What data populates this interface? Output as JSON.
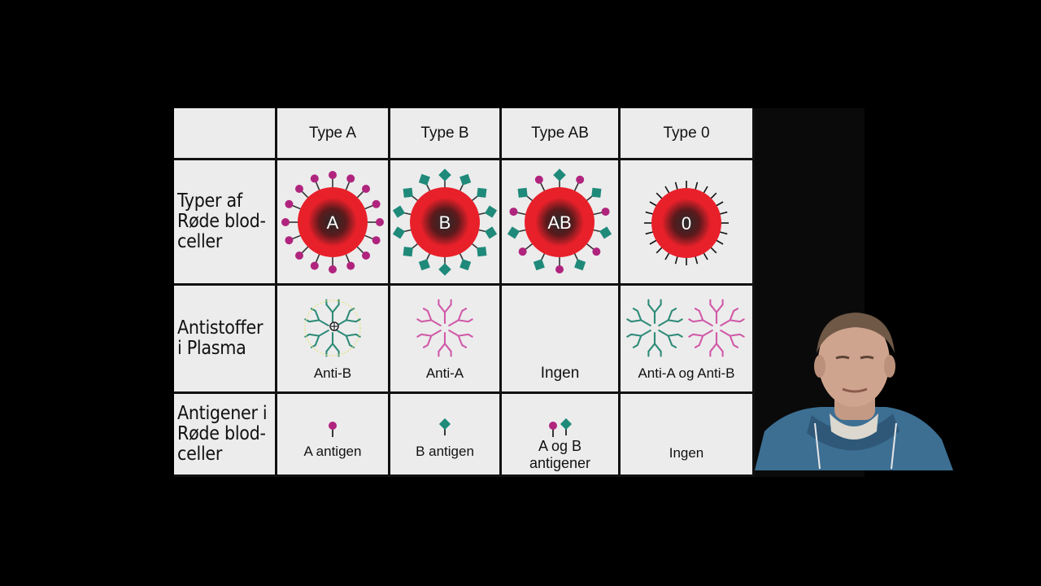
{
  "table": {
    "headers": [
      "",
      "Type A",
      "Type B",
      "Type AB",
      "Type 0"
    ],
    "row_labels": [
      [
        "Typer af",
        "Røde blod-",
        "celler"
      ],
      [
        "Antistoffer",
        "i Plasma"
      ],
      [
        "Antigener i",
        "Røde blod-",
        "celler"
      ]
    ],
    "cells": [
      {
        "type": "A",
        "antibody": "Anti-B",
        "antigen": "A antigen"
      },
      {
        "type": "B",
        "antibody": "Anti-A",
        "antigen": "B antigen"
      },
      {
        "type": "AB",
        "antibody": "Ingen",
        "antigen_lines": [
          "A og B",
          "antigener"
        ]
      },
      {
        "type": "0",
        "antibody": "Anti-A og Anti-B",
        "antigen": "Ingen"
      }
    ]
  },
  "colors": {
    "background": "#000000",
    "cell_background": "#ececec",
    "cell_red": "#e8202a",
    "cell_core": "#2a2a2a",
    "antigen_a": "#b0247e",
    "antigen_b": "#1f8a7a",
    "antibody_anti_b": "#2e8b78",
    "antibody_anti_a": "#d05aa8",
    "spike_plain": "#111111"
  },
  "icons": [
    "a-antigen-icon",
    "b-antigen-icon",
    "y-antibody-icon",
    "cursor-icon"
  ]
}
